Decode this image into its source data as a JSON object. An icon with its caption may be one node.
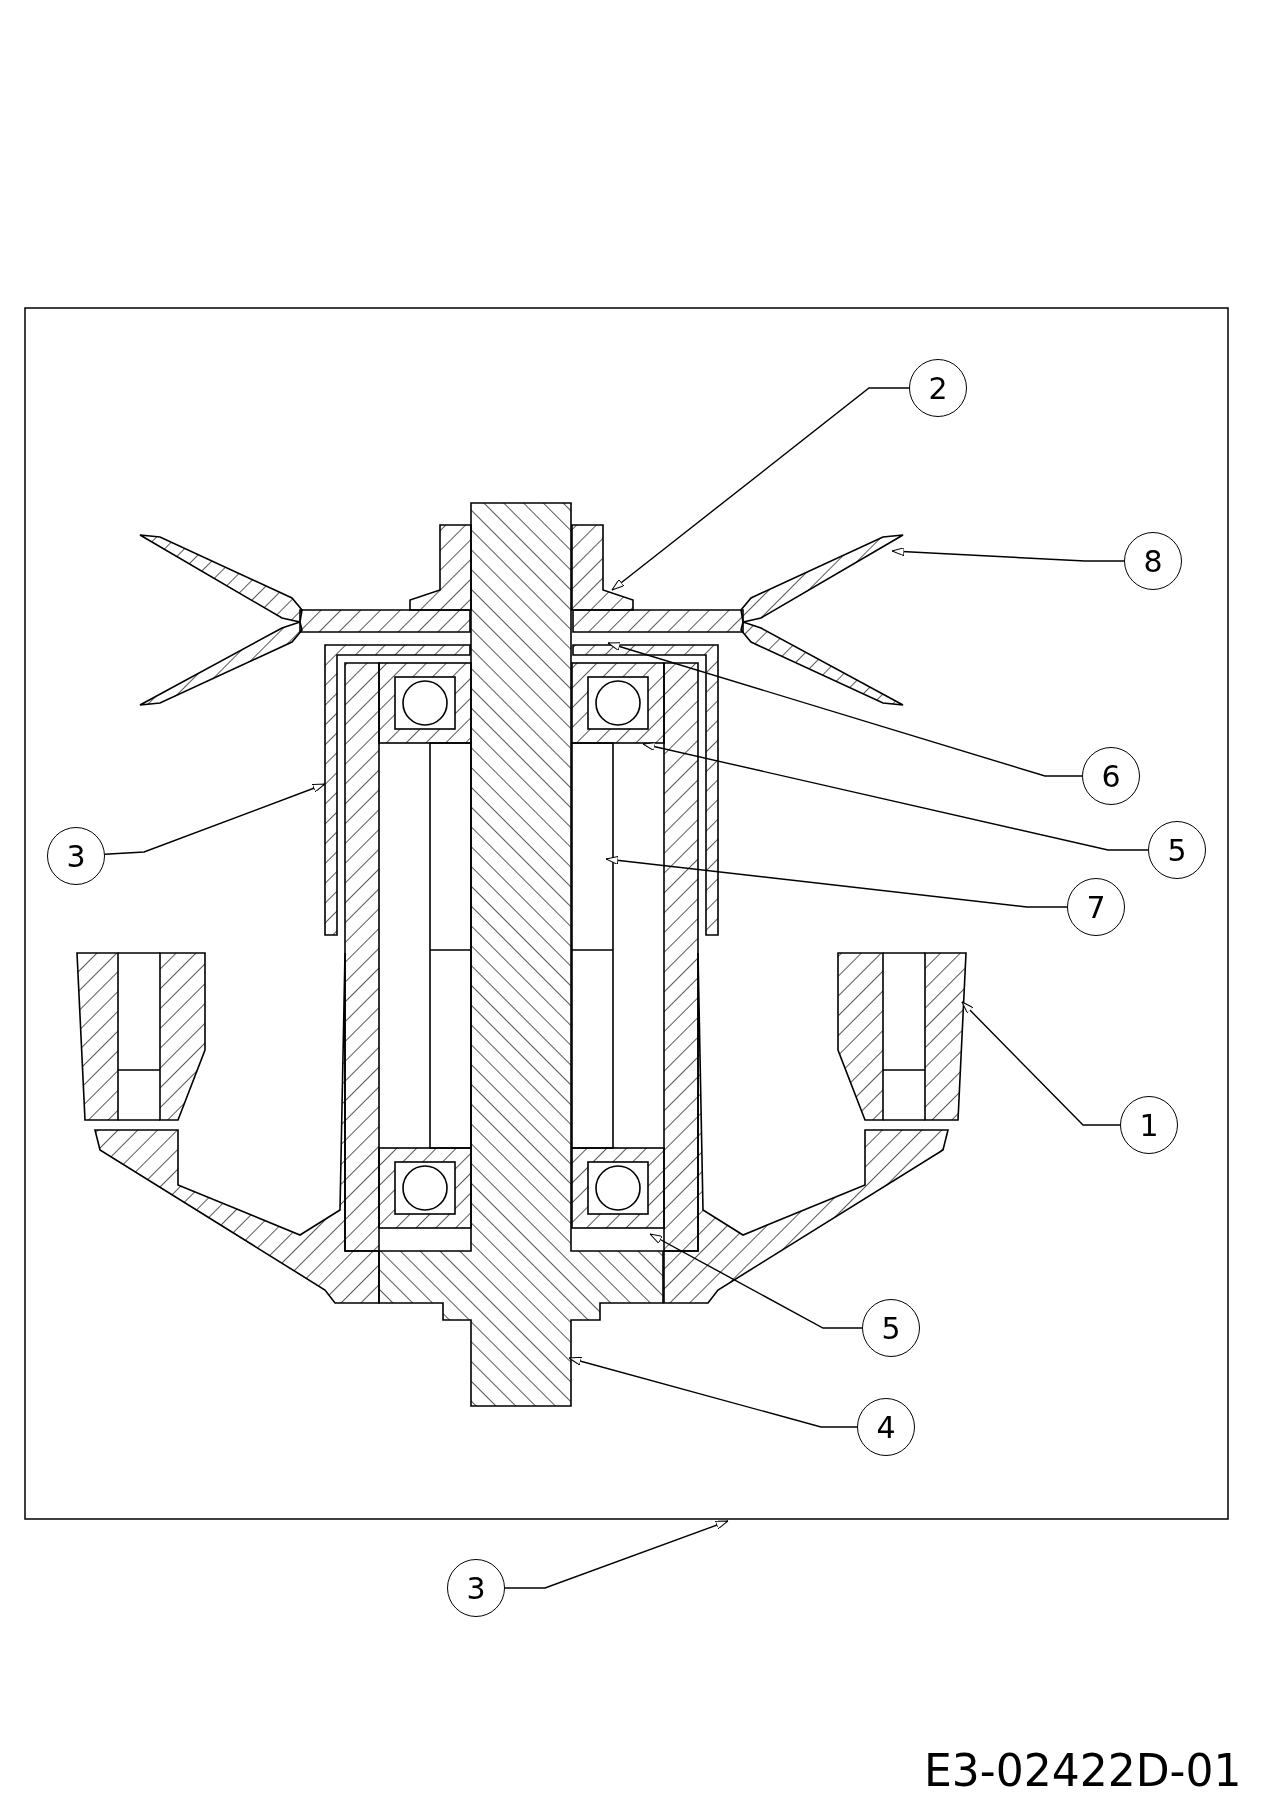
{
  "diagram": {
    "nodes": [
      {
        "text": [
          "2"
        ]
      },
      {
        "text": [
          "8"
        ]
      },
      {
        "text": [
          "6"
        ]
      },
      {
        "text": [
          "5"
        ]
      },
      {
        "text": [
          "3"
        ]
      },
      {
        "text": [
          "7"
        ]
      },
      {
        "text": [
          "1"
        ]
      },
      {
        "text": [
          "5"
        ]
      },
      {
        "text": [
          "4"
        ]
      },
      {
        "text": [
          "3"
        ]
      }
    ],
    "edges": [
      {
        "from": 0,
        "to": null,
        "arrow": "to"
      },
      {
        "from": 1,
        "to": null,
        "arrow": "to"
      },
      {
        "from": 2,
        "to": null,
        "arrow": "to"
      },
      {
        "from": 3,
        "to": null,
        "arrow": "to"
      },
      {
        "from": 4,
        "to": null,
        "arrow": "to"
      },
      {
        "from": 5,
        "to": null,
        "arrow": "to"
      },
      {
        "from": 6,
        "to": null,
        "arrow": "to"
      },
      {
        "from": 7,
        "to": null,
        "arrow": "to"
      },
      {
        "from": 8,
        "to": null,
        "arrow": "to"
      },
      {
        "from": 9,
        "to": null,
        "arrow": "to"
      }
    ],
    "labels": [
      "E3-02422D-01"
    ]
  }
}
